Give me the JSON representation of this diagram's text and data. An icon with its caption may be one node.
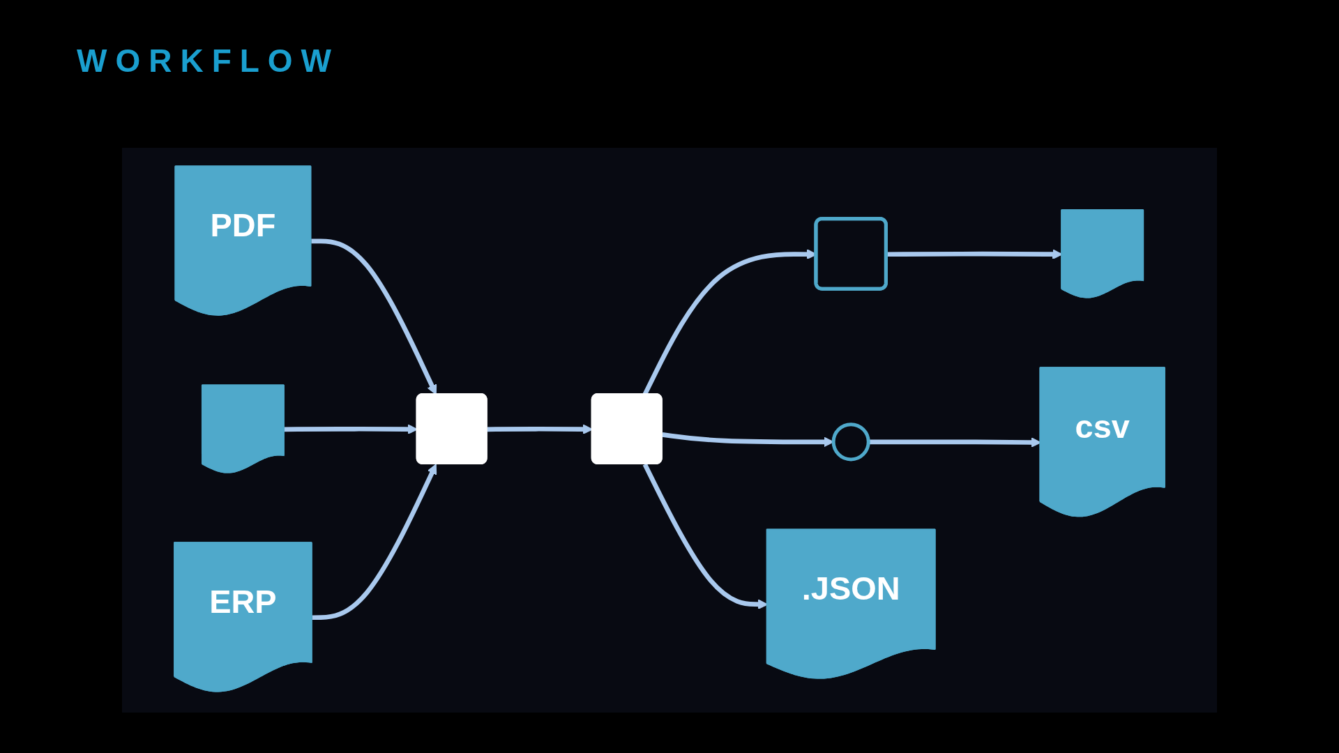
{
  "diagram": {
    "title": "WORKFLOW",
    "nodes": [
      {
        "text": [
          "PDF"
        ]
      },
      {
        "text": [],
        "shape": "document"
      },
      {
        "text": [
          "ERP"
        ]
      },
      {
        "text": [],
        "shape": "window"
      },
      {
        "text": [],
        "shape": "box"
      },
      {
        "text": [],
        "shape": "bubble"
      },
      {
        "text": [],
        "shape": "magnifier"
      },
      {
        "text": [],
        "shape": "document"
      },
      {
        "text": [
          ".JSON"
        ]
      },
      {
        "text": [
          "csv"
        ]
      }
    ],
    "edges": [
      {
        "from": 0,
        "to": 3,
        "arrow": "to"
      },
      {
        "from": 1,
        "to": 3,
        "arrow": "to"
      },
      {
        "from": 2,
        "to": 3,
        "arrow": "to"
      },
      {
        "from": 3,
        "to": 4,
        "arrow": "to"
      },
      {
        "from": 4,
        "to": 5,
        "arrow": "to"
      },
      {
        "from": 4,
        "to": 6,
        "arrow": "to"
      },
      {
        "from": 5,
        "to": 7,
        "arrow": "to"
      },
      {
        "from": 4,
        "to": 8,
        "arrow": "to"
      },
      {
        "from": 6,
        "to": 9,
        "arrow": "to"
      }
    ]
  }
}
